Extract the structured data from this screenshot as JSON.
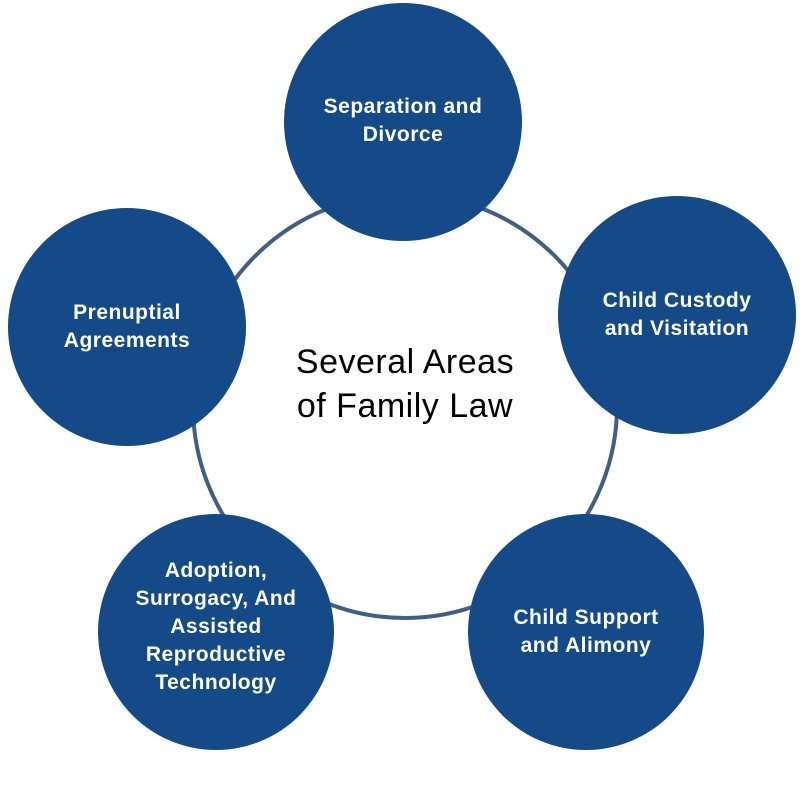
{
  "diagram": {
    "title_line1": "Several Areas",
    "title_line2": "of Family Law",
    "areas": [
      "Separation and\nDivorce",
      "Child Custody\nand Visitation",
      "Child Support\nand Alimony",
      "Adoption,\nSurrogacy, And\nAssisted\nReproductive\nTechnology",
      "Prenuptial\nAgreements"
    ]
  },
  "colors": {
    "node_fill": "#134a87",
    "ring": "#3f5f86",
    "node_text": "#ffffff",
    "title_text": "#000000"
  }
}
